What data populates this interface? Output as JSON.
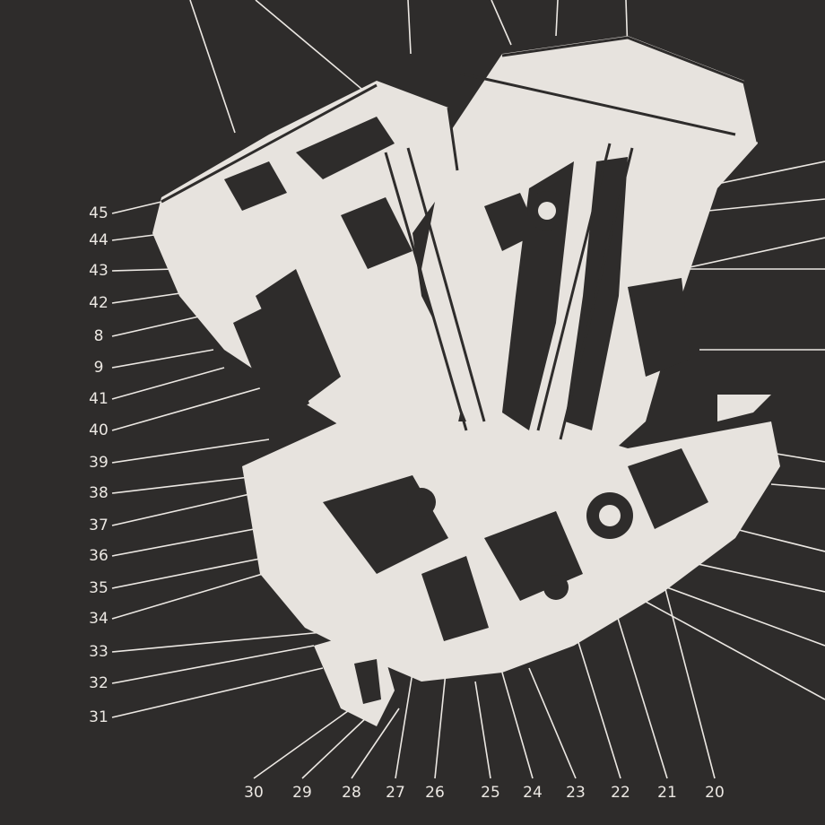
{
  "theme": {
    "background": "#2e2c2b",
    "ink": "#ece8e3"
  },
  "illustration": {
    "icon": "v-twin-engine-diagram-icon"
  },
  "callouts": {
    "left": [
      "45",
      "44",
      "43",
      "42",
      "8",
      "9",
      "41",
      "40",
      "39",
      "38",
      "37",
      "36",
      "35",
      "34",
      "33",
      "32",
      "31"
    ],
    "bottom": [
      "30",
      "29",
      "28",
      "27",
      "26",
      "25",
      "24",
      "23",
      "22",
      "21",
      "20"
    ]
  }
}
